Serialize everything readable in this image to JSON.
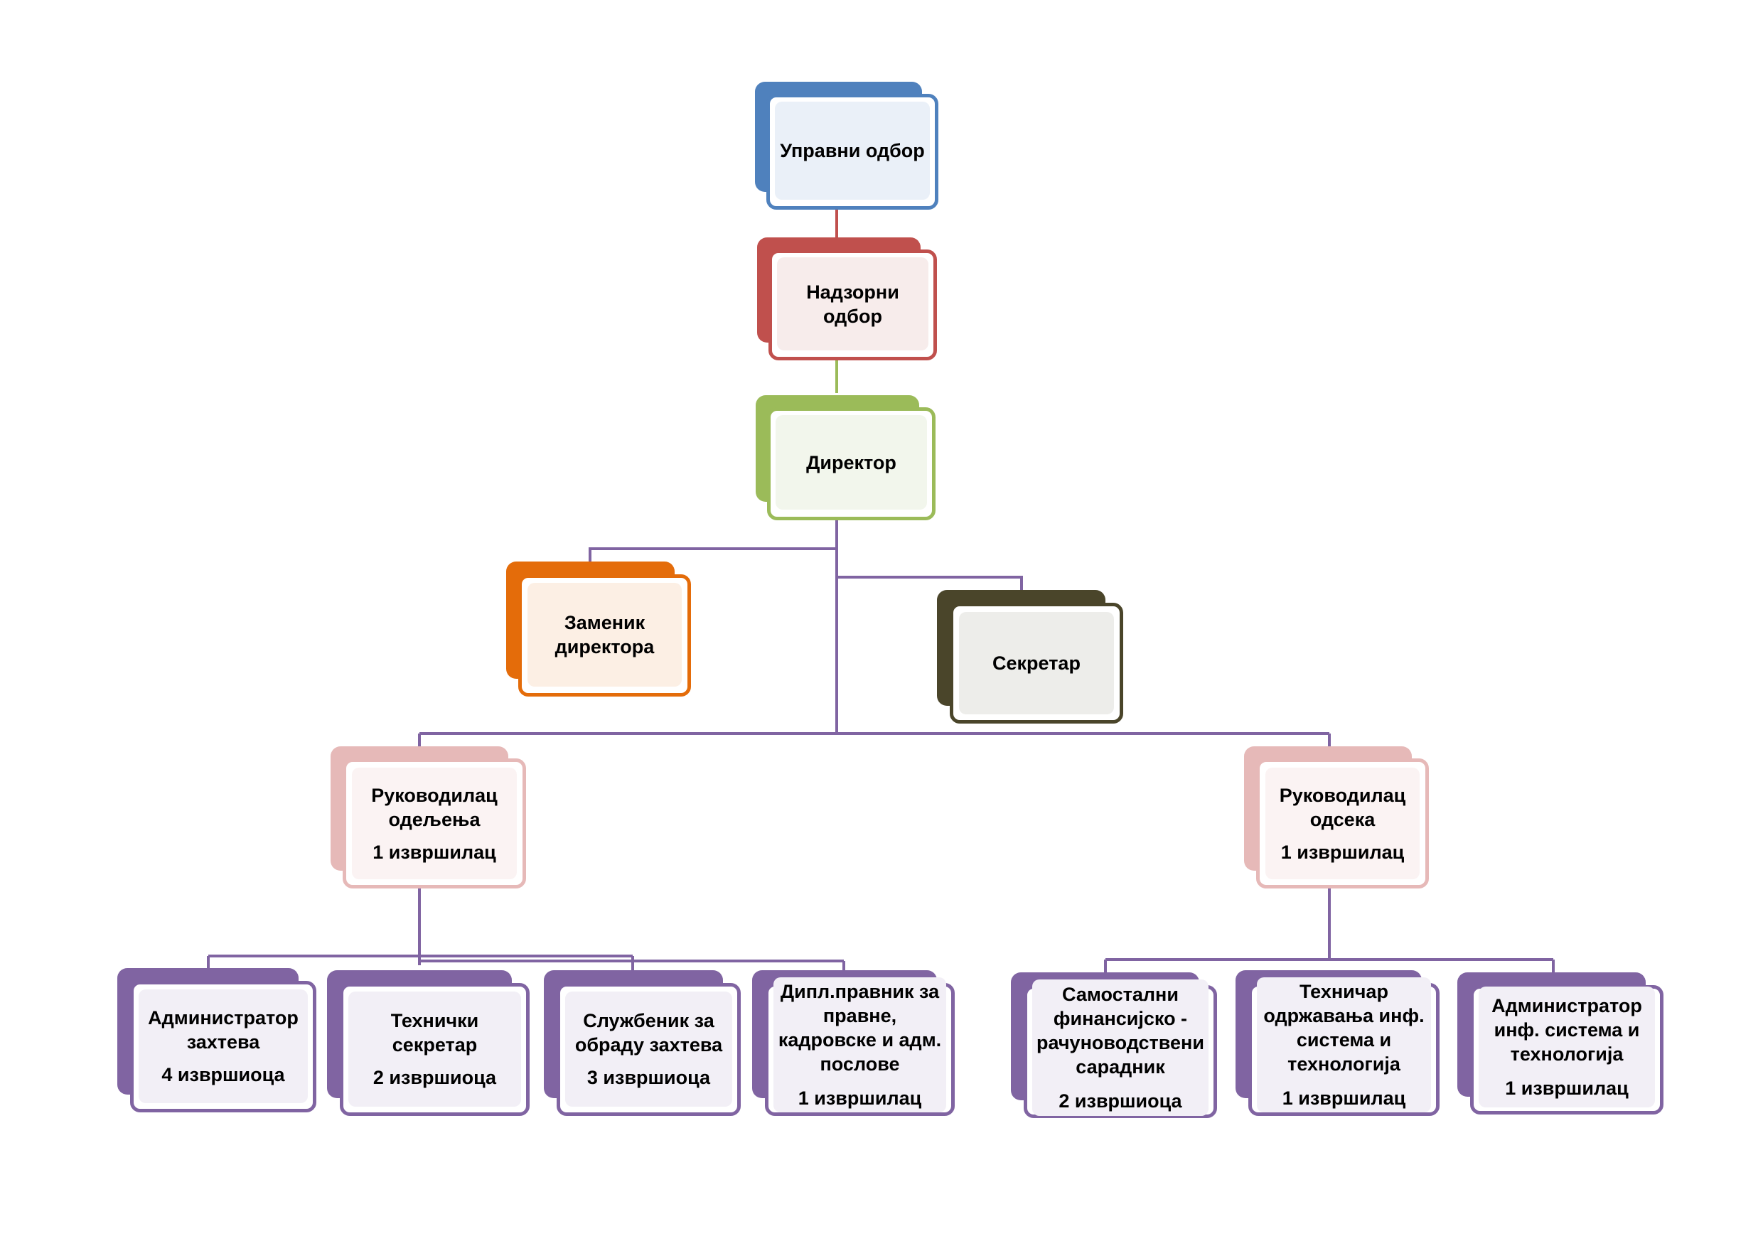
{
  "nodes": {
    "upravni": {
      "title": "Управни одбор",
      "sub": ""
    },
    "nadzorni": {
      "title": "Надзорни одбор",
      "sub": ""
    },
    "direktor": {
      "title": "Директор",
      "sub": ""
    },
    "zamenik": {
      "title": "Заменик директора",
      "sub": ""
    },
    "sekretar": {
      "title": "Секретар",
      "sub": ""
    },
    "ruk_odeljenja": {
      "title": "Руководилац одељења",
      "sub": "1 извршилац"
    },
    "ruk_odseka": {
      "title": "Руководилац одсека",
      "sub": "1 извршилац"
    },
    "admin_zahteva": {
      "title": "Администратор захтева",
      "sub": "4 извршиоца"
    },
    "tehnicki_sekretar": {
      "title": "Технички секретар",
      "sub": "2 извршиоца"
    },
    "sluzbenik": {
      "title": "Службеник за обраду захтева",
      "sub": "3 извршиоца"
    },
    "dipl_pravnik": {
      "title": "Дипл.правник за правне, кадровске и адм. послове",
      "sub": "1 извршилац"
    },
    "samostalni": {
      "title": "Самостални финансијско - рачуноводствени сарадник",
      "sub": "2 извршиоца"
    },
    "tehnicar": {
      "title": "Техничар одржавања инф. система и технологија",
      "sub": "1 извршилац"
    },
    "admin_inf": {
      "title": "Администратор инф. система и технологија",
      "sub": "1 извршилац"
    }
  },
  "colors": {
    "blue": "#4f81bd",
    "red": "#c0504d",
    "green": "#9bbb59",
    "orange": "#e46c0a",
    "dark": "#4a452a",
    "pink": "#e6b9b8",
    "purple": "#8064a2",
    "connector": "#8064a2"
  }
}
